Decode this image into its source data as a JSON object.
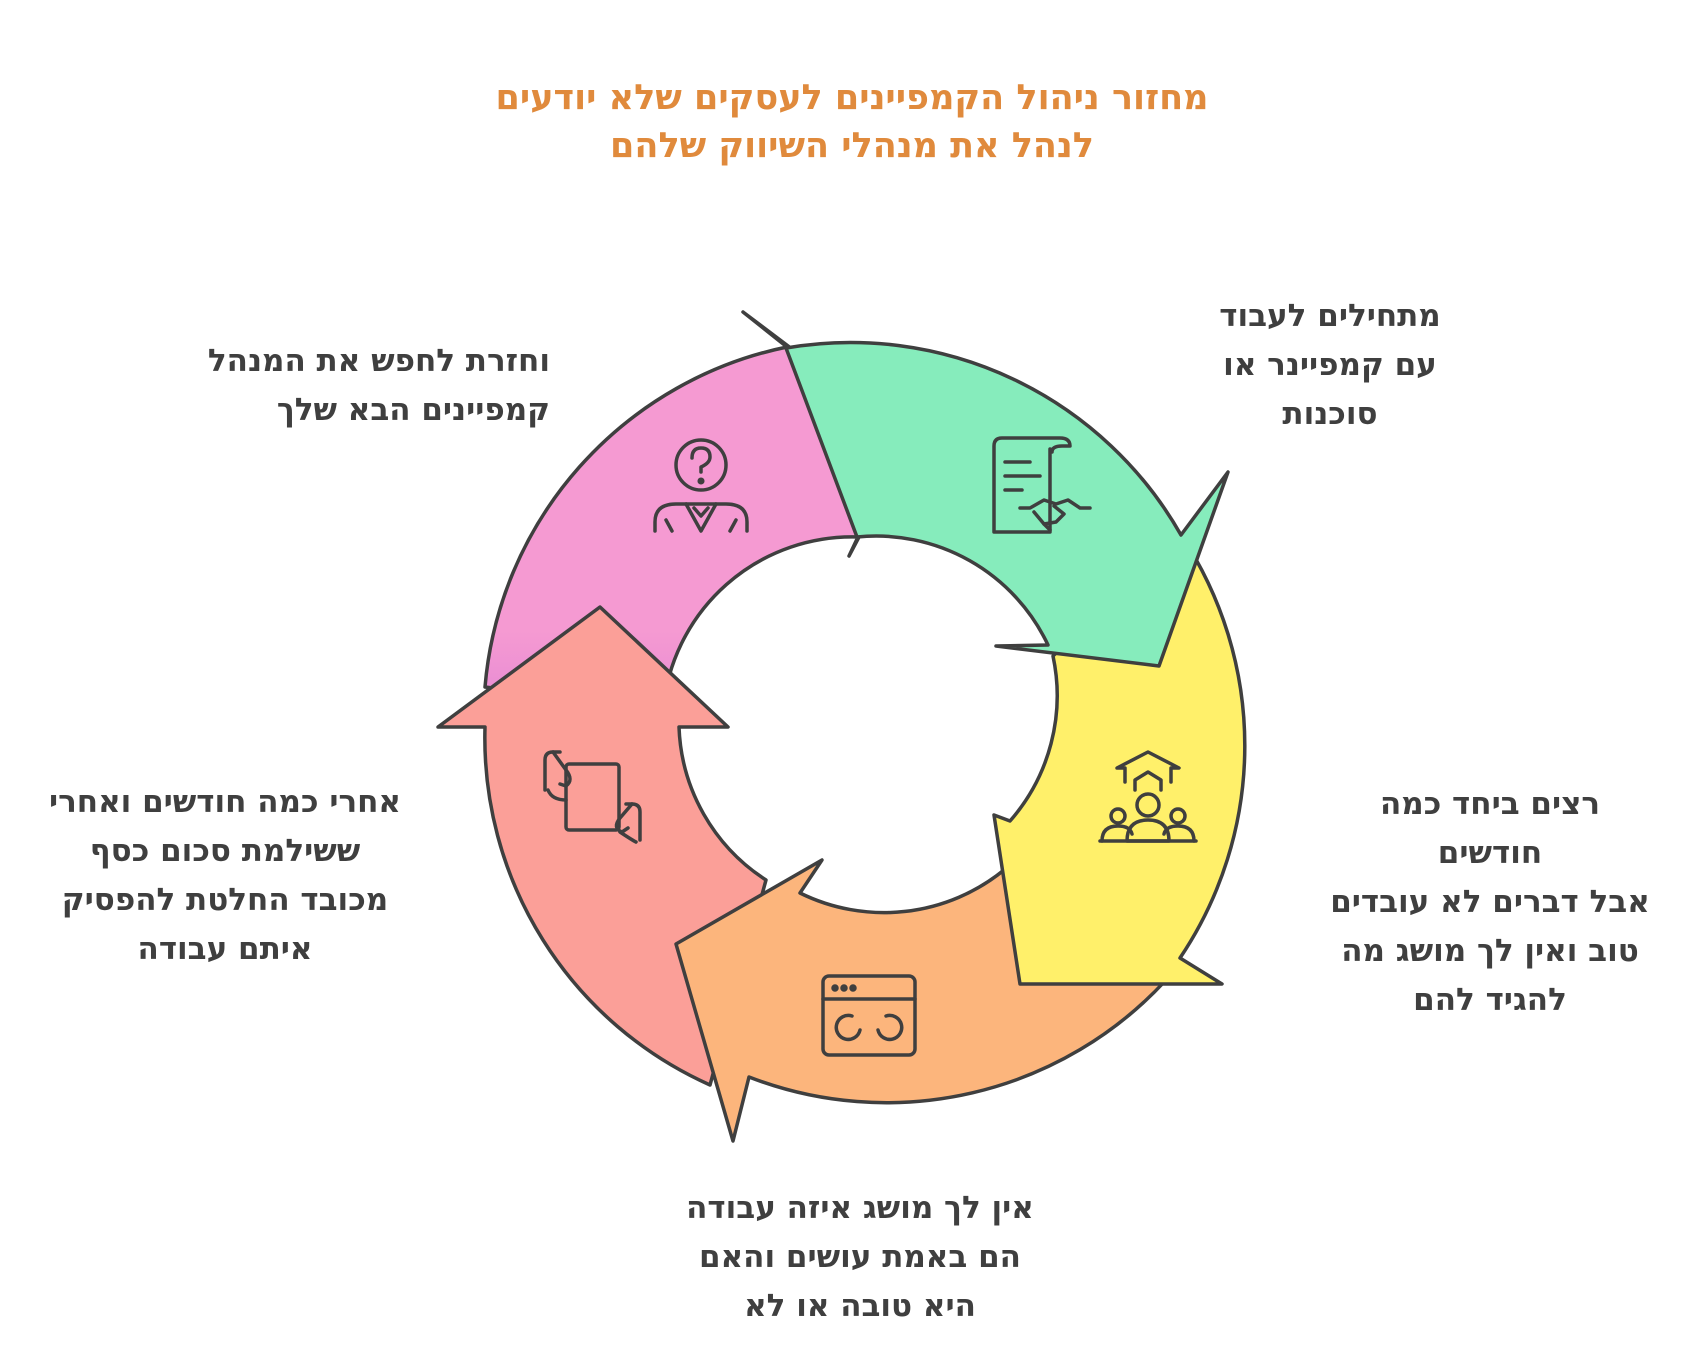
{
  "title": {
    "line1": "מחזור ניהול הקמפיינים לעסקים שלא יודעים",
    "line2": "לנהל את מנהלי השיווק שלהם"
  },
  "steps": [
    {
      "color": "#86ecbc",
      "icon": "contract-handshake-icon",
      "lines": [
        "מתחילים לעבוד",
        "עם קמפיינר או",
        "סוכנות"
      ]
    },
    {
      "color": "#fff06a",
      "icon": "team-growth-icon",
      "lines": [
        "רצים ביחד כמה",
        "חודשים",
        "אבל דברים לא עובדים",
        "טוב ואין לך מושג מה",
        "להגיד להם"
      ]
    },
    {
      "color": "#fcb57c",
      "icon": "loading-window-icon",
      "lines": [
        "אין לך מושג איזה עבודה",
        "הם באמת עושים והאם",
        "היא טובה או לא"
      ]
    },
    {
      "color": "#fb9f98",
      "icon": "handing-document-icon",
      "lines": [
        "אחרי כמה חודשים ואחרי",
        "ששילמת סכום כסף",
        "מכובד החלטת להפסיק",
        "איתם עבודה"
      ]
    },
    {
      "color": "#f59ad2",
      "icon": "person-question-icon",
      "lines": [
        "וחזרת לחפש את המנהל",
        "קמפיינים הבא שלך"
      ]
    }
  ],
  "colors": {
    "title": "#e08a3c",
    "text": "#3f3f3f",
    "stroke": "#3f3f3f"
  }
}
